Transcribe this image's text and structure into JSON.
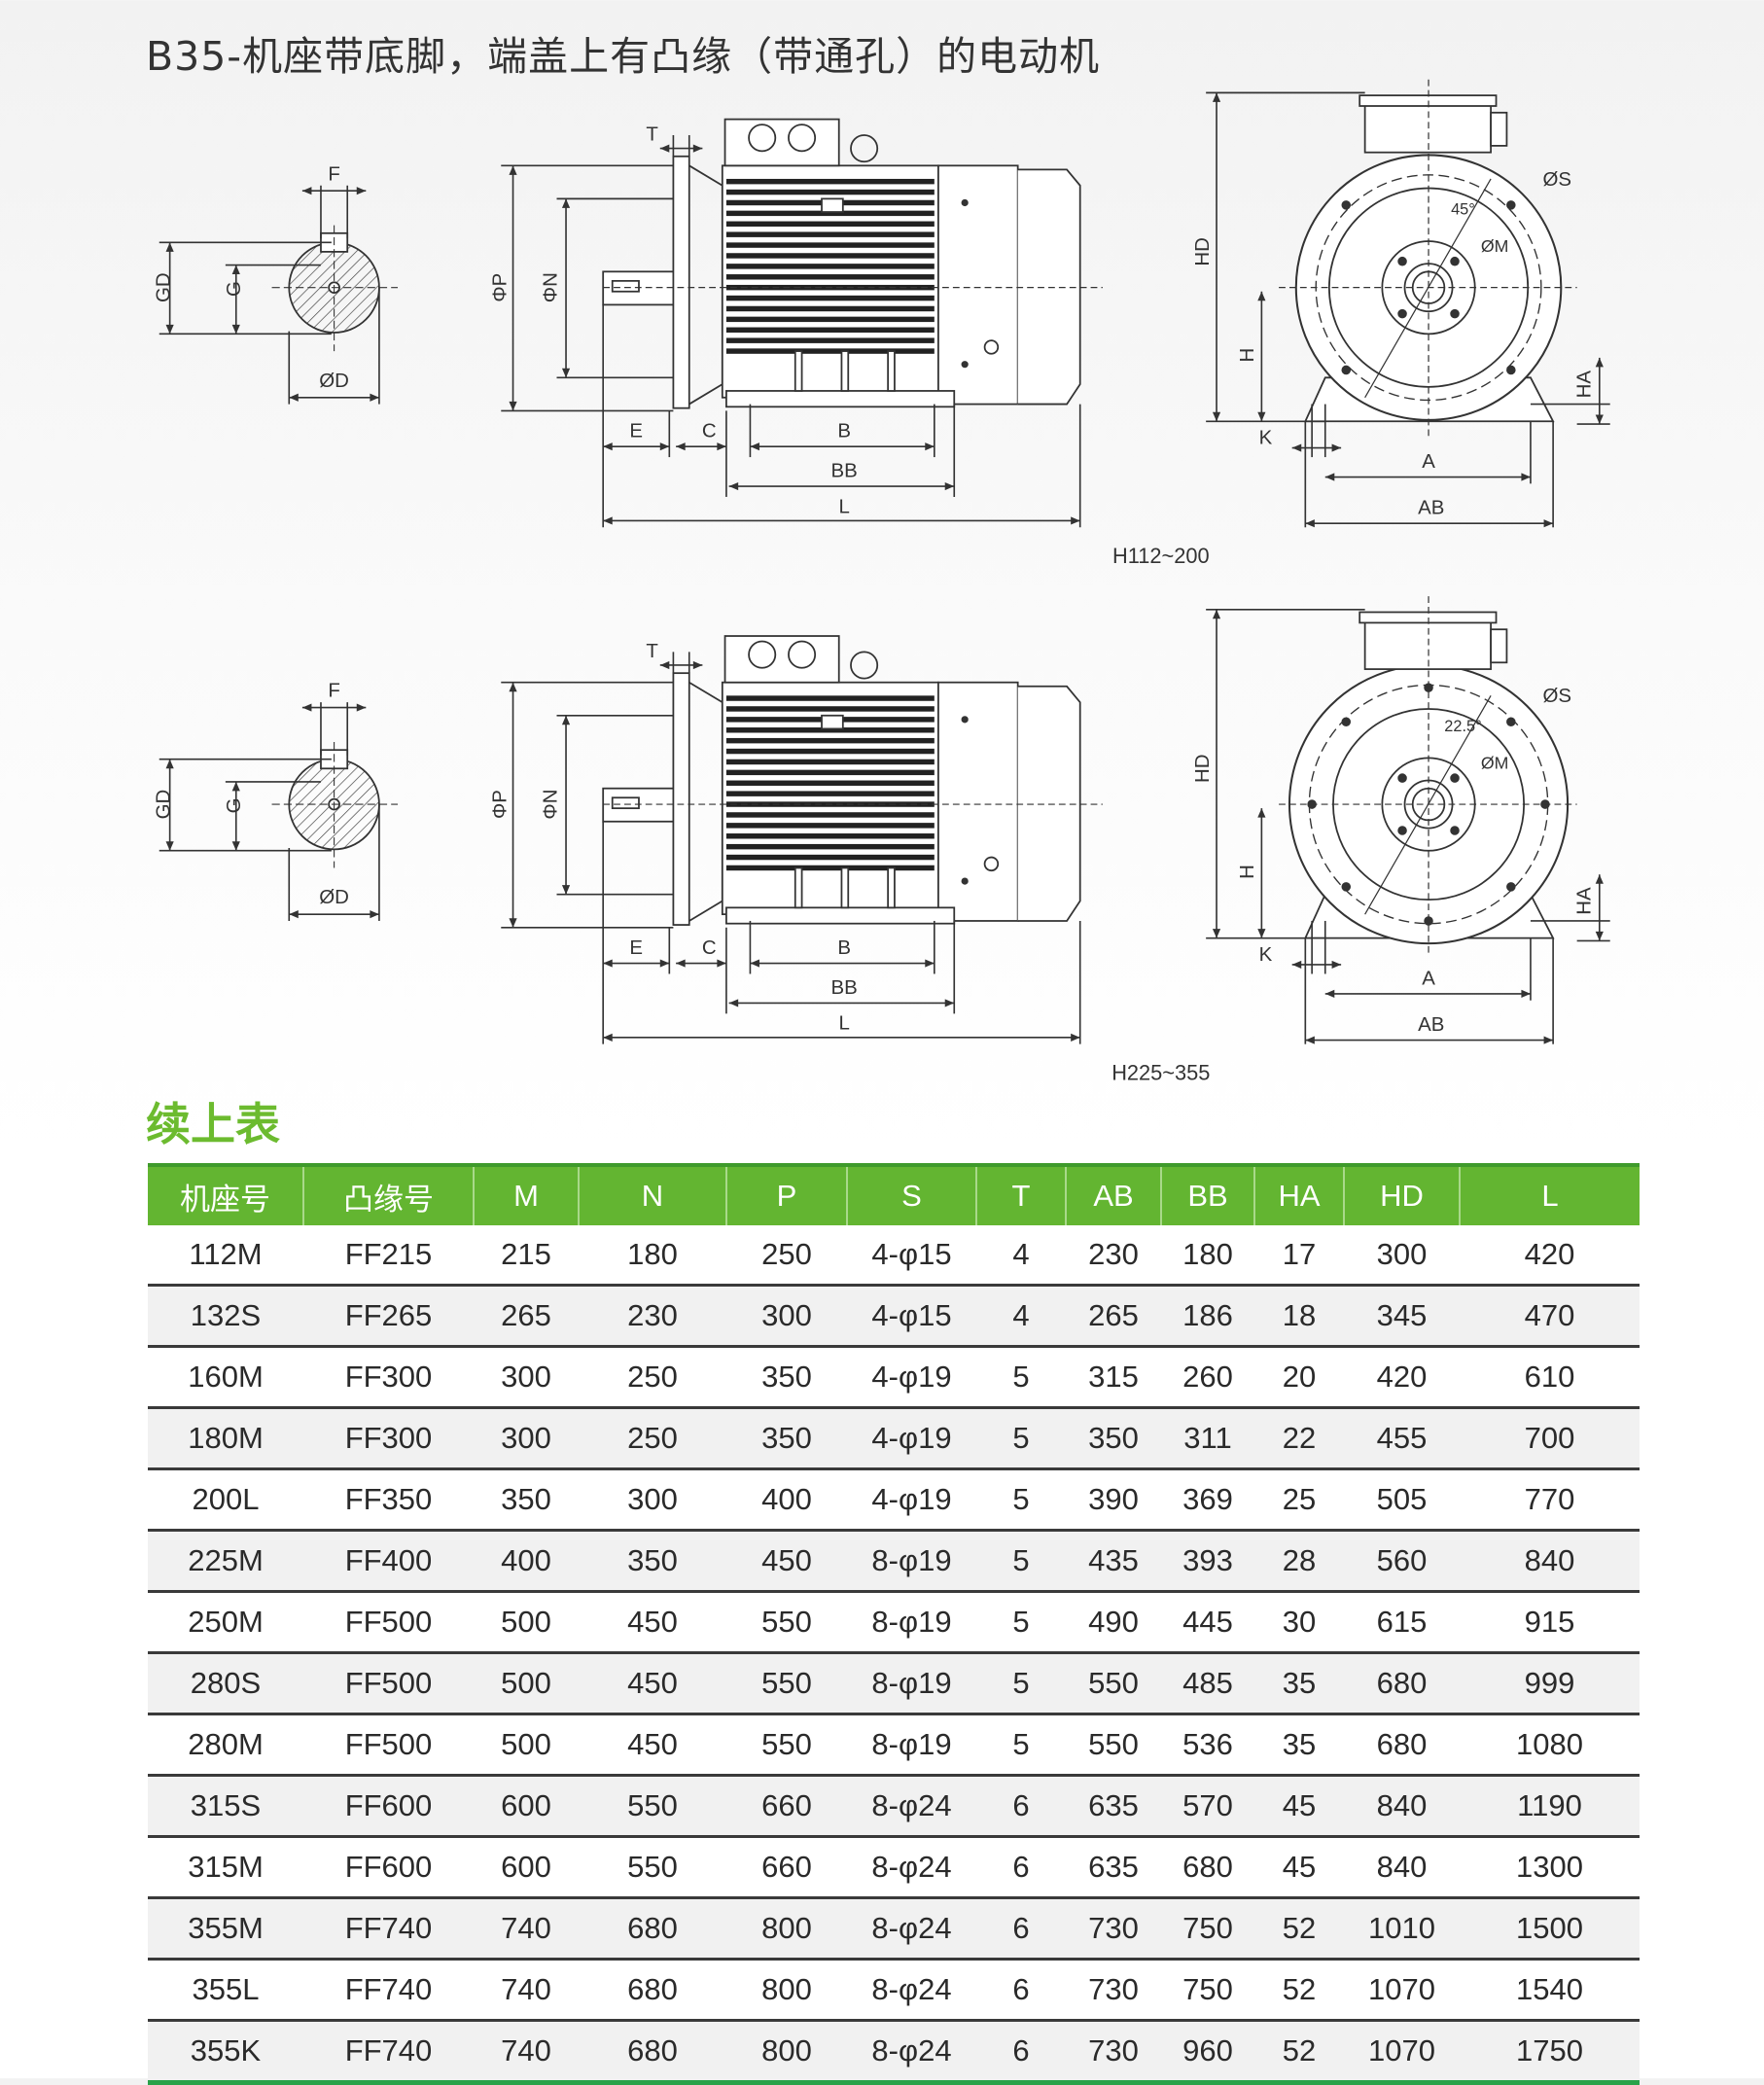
{
  "title": "B35-机座带底脚，端盖上有凸缘（带通孔）的电动机",
  "diagrams": [
    {
      "range_label": "H112~200",
      "labels": {
        "F": "F",
        "GD": "GD",
        "G": "G",
        "D": "ØD",
        "P": "ΦP",
        "N": "ΦN",
        "T": "T",
        "E": "E",
        "C": "C",
        "B": "B",
        "BB": "BB",
        "L": "L",
        "HD": "HD",
        "H": "H",
        "HA": "HA",
        "K": "K",
        "A": "A",
        "AB": "AB",
        "S": "ØS",
        "M": "ØM",
        "angle": "45°"
      }
    },
    {
      "range_label": "H225~355",
      "labels": {
        "F": "F",
        "GD": "GD",
        "G": "G",
        "D": "ØD",
        "P": "ΦP",
        "N": "ΦN",
        "T": "T",
        "E": "E",
        "C": "C",
        "B": "B",
        "BB": "BB",
        "L": "L",
        "HD": "HD",
        "H": "H",
        "HA": "HA",
        "K": "K",
        "A": "A",
        "AB": "AB",
        "S": "ØS",
        "M": "ØM",
        "angle": "22.5°"
      }
    }
  ],
  "section_title": "续上表",
  "table": {
    "headers": [
      "机座号",
      "凸缘号",
      "M",
      "N",
      "P",
      "S",
      "T",
      "AB",
      "BB",
      "HA",
      "HD",
      "L"
    ],
    "rows": [
      [
        "112M",
        "FF215",
        "215",
        "180",
        "250",
        "4-φ15",
        "4",
        "230",
        "180",
        "17",
        "300",
        "420"
      ],
      [
        "132S",
        "FF265",
        "265",
        "230",
        "300",
        "4-φ15",
        "4",
        "265",
        "186",
        "18",
        "345",
        "470"
      ],
      [
        "160M",
        "FF300",
        "300",
        "250",
        "350",
        "4-φ19",
        "5",
        "315",
        "260",
        "20",
        "420",
        "610"
      ],
      [
        "180M",
        "FF300",
        "300",
        "250",
        "350",
        "4-φ19",
        "5",
        "350",
        "311",
        "22",
        "455",
        "700"
      ],
      [
        "200L",
        "FF350",
        "350",
        "300",
        "400",
        "4-φ19",
        "5",
        "390",
        "369",
        "25",
        "505",
        "770"
      ],
      [
        "225M",
        "FF400",
        "400",
        "350",
        "450",
        "8-φ19",
        "5",
        "435",
        "393",
        "28",
        "560",
        "840"
      ],
      [
        "250M",
        "FF500",
        "500",
        "450",
        "550",
        "8-φ19",
        "5",
        "490",
        "445",
        "30",
        "615",
        "915"
      ],
      [
        "280S",
        "FF500",
        "500",
        "450",
        "550",
        "8-φ19",
        "5",
        "550",
        "485",
        "35",
        "680",
        "999"
      ],
      [
        "280M",
        "FF500",
        "500",
        "450",
        "550",
        "8-φ19",
        "5",
        "550",
        "536",
        "35",
        "680",
        "1080"
      ],
      [
        "315S",
        "FF600",
        "600",
        "550",
        "660",
        "8-φ24",
        "6",
        "635",
        "570",
        "45",
        "840",
        "1190"
      ],
      [
        "315M",
        "FF600",
        "600",
        "550",
        "660",
        "8-φ24",
        "6",
        "635",
        "680",
        "45",
        "840",
        "1300"
      ],
      [
        "355M",
        "FF740",
        "740",
        "680",
        "800",
        "8-φ24",
        "6",
        "730",
        "750",
        "52",
        "1010",
        "1500"
      ],
      [
        "355L",
        "FF740",
        "740",
        "680",
        "800",
        "8-φ24",
        "6",
        "730",
        "750",
        "52",
        "1070",
        "1540"
      ],
      [
        "355K",
        "FF740",
        "740",
        "680",
        "800",
        "8-φ24",
        "6",
        "730",
        "960",
        "52",
        "1070",
        "1750"
      ]
    ]
  },
  "colors": {
    "accent": "#63b531",
    "title_green": "#6cbb2f"
  }
}
